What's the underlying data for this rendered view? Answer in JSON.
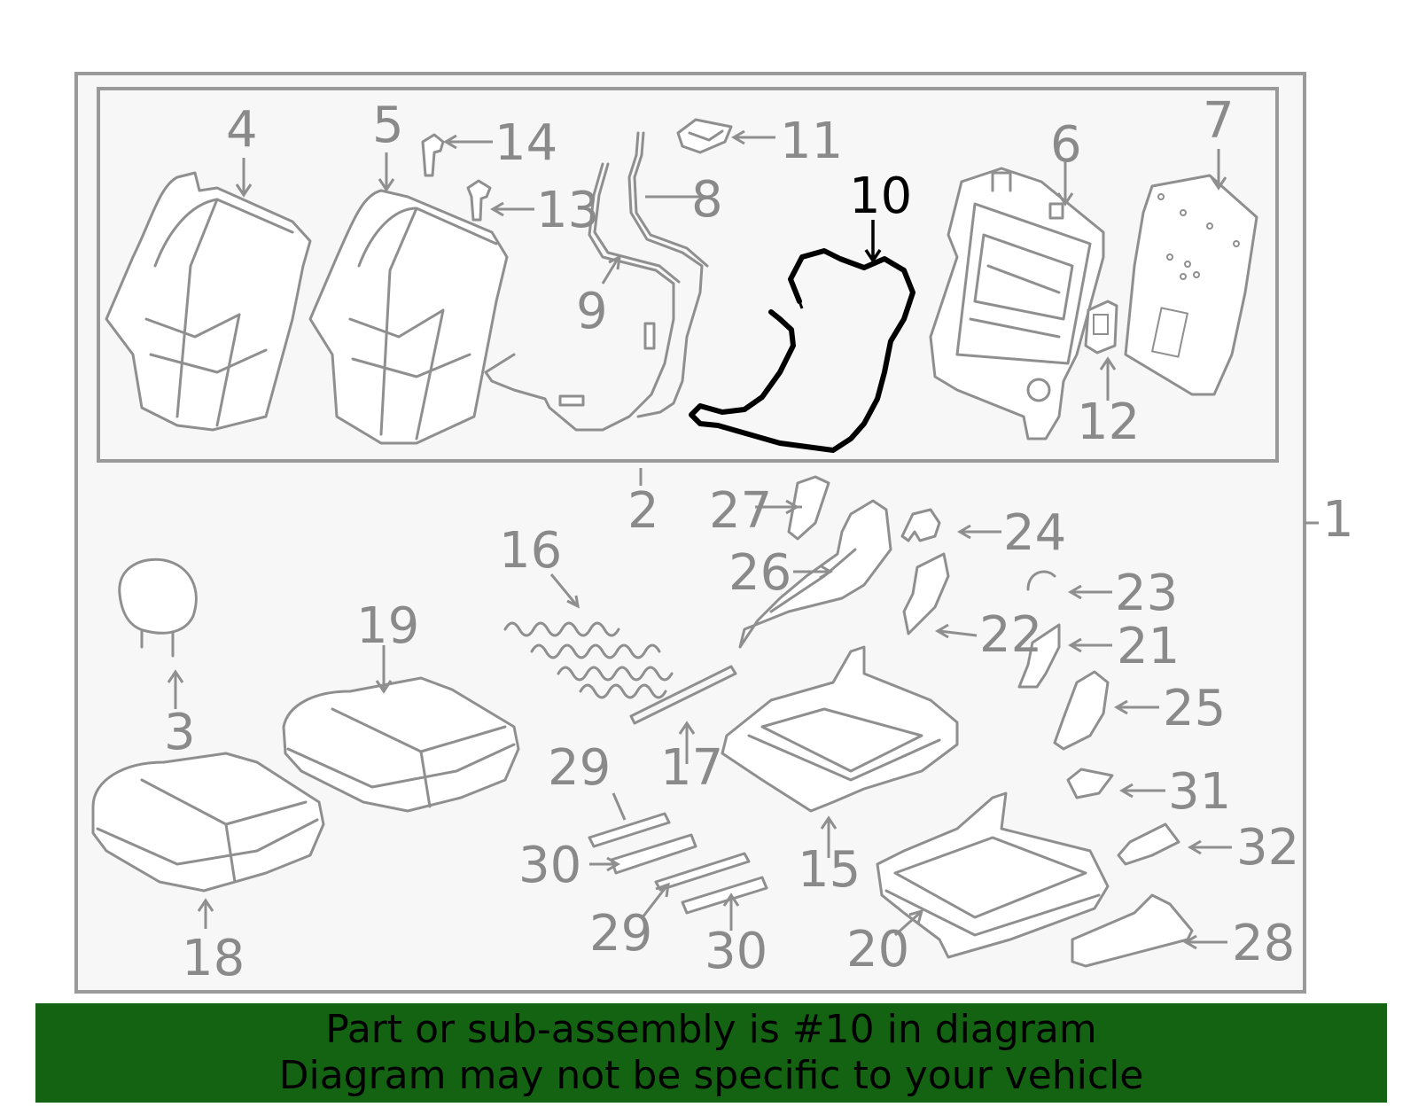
{
  "highlighted_part": "10",
  "labels": {
    "p1": "1",
    "p2": "2",
    "p3": "3",
    "p4": "4",
    "p5": "5",
    "p6": "6",
    "p7": "7",
    "p8": "8",
    "p9": "9",
    "p10": "10",
    "p11": "11",
    "p12": "12",
    "p13": "13",
    "p14": "14",
    "p15": "15",
    "p16": "16",
    "p17": "17",
    "p18": "18",
    "p19": "19",
    "p20": "20",
    "p21": "21",
    "p22": "22",
    "p23": "23",
    "p24": "24",
    "p25": "25",
    "p26": "26",
    "p27": "27",
    "p28": "28",
    "p29a": "29",
    "p29b": "29",
    "p30a": "30",
    "p30b": "30",
    "p31": "31",
    "p32": "32"
  },
  "banner": {
    "line1": "Part or sub-assembly is #10 in diagram",
    "line2": "Diagram may not be specific to your vehicle",
    "color": "#136313"
  },
  "colors": {
    "line": "#8f8f8f",
    "label": "#8a8a8a",
    "highlight": "#000000",
    "panel": "#f7f7f7"
  }
}
